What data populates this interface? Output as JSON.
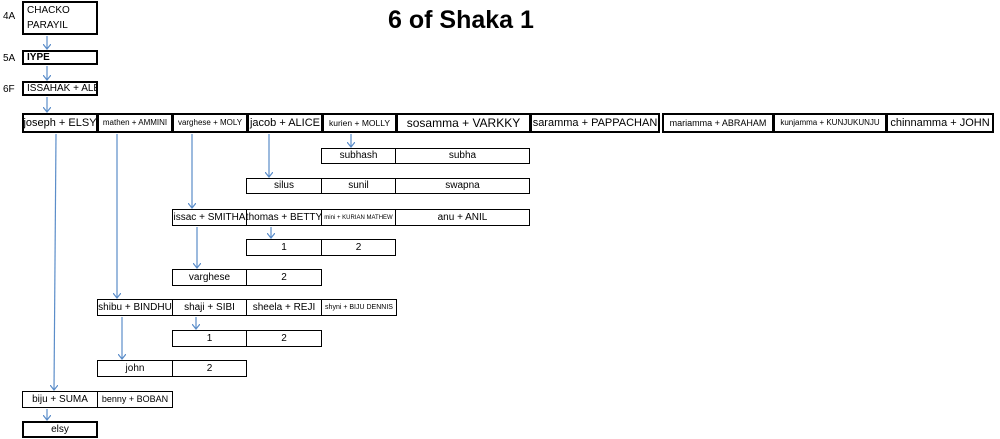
{
  "title": "6 of Shaka 1",
  "generations": {
    "g1": "4A",
    "g2": "5A",
    "g3": "6F"
  },
  "ancestors": {
    "chacko_line1": "CHACKO",
    "chacko_line2": "PARAYIL",
    "iype": "IYPE",
    "issahak": "ISSAHAK + ALEYAMMA"
  },
  "children": [
    "joseph + ELSY",
    "mathen + AMMINI",
    "varghese + MOLY",
    "jacob + ALICE",
    "kurien + MOLLY",
    "sosamma + VARKKY",
    "saramma + PAPPACHAN",
    "mariamma + ABRAHAM",
    "kunjamma + KUNJUKUNJU",
    "chinnamma + JOHN"
  ],
  "kurien_children": [
    "subhash",
    "subha"
  ],
  "jacob_children": [
    "silus",
    "sunil",
    "swapna"
  ],
  "varghese_children": [
    "issac + SMITHA",
    "thomas + BETTY",
    "mini + KURIAN MATHEW",
    "anu + ANIL"
  ],
  "thomas_children": [
    "1",
    "2"
  ],
  "issac_children": [
    "varghese",
    "2"
  ],
  "mathen_children": [
    "shibu + BINDHU",
    "shaji + SIBI",
    "sheela + REJI",
    "shyni + BIJU DENNIS"
  ],
  "shaji_children": [
    "1",
    "2"
  ],
  "shibu_children": [
    "john",
    "2"
  ],
  "joseph_children": [
    "biju + SUMA",
    "benny + BOBAN"
  ],
  "biju_children": [
    "elsy"
  ],
  "colors": {
    "arrow": "#5b8dc9",
    "border": "#000000"
  }
}
